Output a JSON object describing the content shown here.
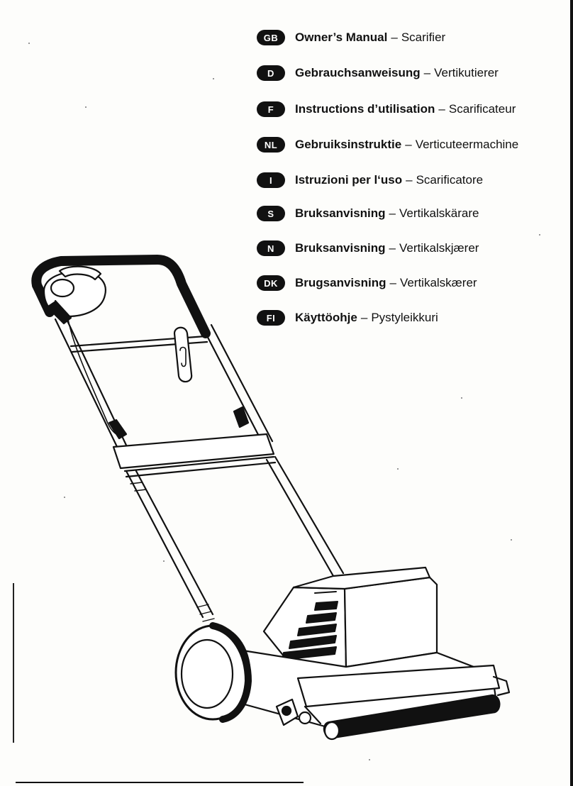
{
  "languages": [
    {
      "code": "GB",
      "title": "Owner’s Manual",
      "subtitle": "Scarifier"
    },
    {
      "code": "D",
      "title": "Gebrauchsanweisung",
      "subtitle": "Vertikutierer"
    },
    {
      "code": "F",
      "title": "Instructions d’utilisation",
      "subtitle": "Scarificateur"
    },
    {
      "code": "NL",
      "title": "Gebruiksinstruktie",
      "subtitle": "Verticuteermachine"
    },
    {
      "code": "I",
      "title": "Istruzioni per l‘uso",
      "subtitle": "Scarificatore"
    },
    {
      "code": "S",
      "title": "Bruksanvisning",
      "subtitle": "Vertikalskärare"
    },
    {
      "code": "N",
      "title": "Bruksanvisning",
      "subtitle": "Vertikalskjærer"
    },
    {
      "code": "DK",
      "title": "Brugsanvisning",
      "subtitle": "Vertikalskærer"
    },
    {
      "code": "FI",
      "title": "Käyttöohje",
      "subtitle": "Pystyleikkuri"
    }
  ],
  "separator": "–",
  "colors": {
    "ink": "#111111",
    "paper": "#fdfdfb"
  },
  "illustration": {
    "icon": "scarifier-machine-illustration"
  }
}
